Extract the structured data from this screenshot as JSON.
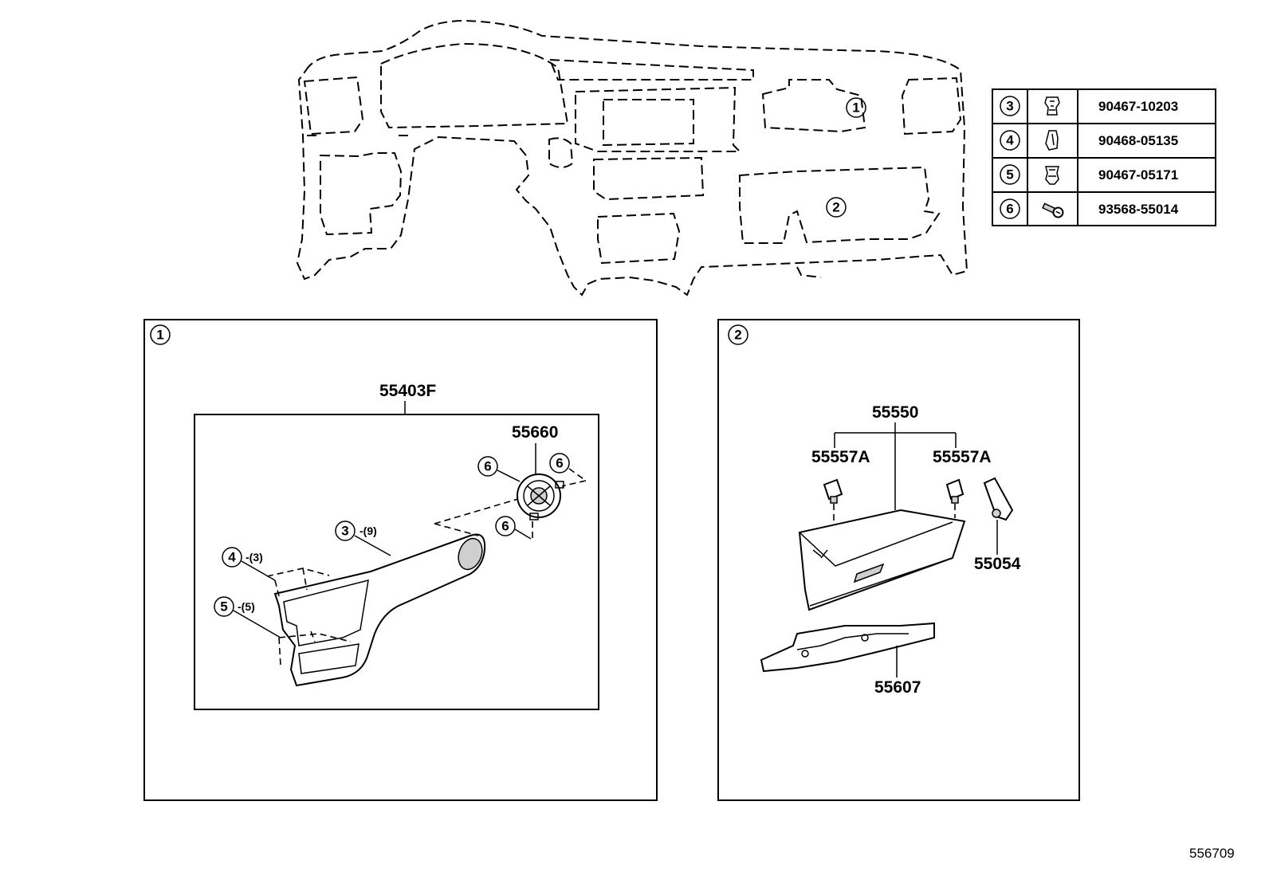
{
  "fastener_table": {
    "rows": [
      {
        "ref": "3",
        "icon": "clip-icon",
        "part_no": "90467-10203"
      },
      {
        "ref": "4",
        "icon": "clip-icon",
        "part_no": "90468-05135"
      },
      {
        "ref": "5",
        "icon": "clip-icon",
        "part_no": "90467-05171"
      },
      {
        "ref": "6",
        "icon": "screw-icon",
        "part_no": "93568-55014"
      }
    ]
  },
  "overview": {
    "callout_1": "1",
    "callout_2": "2"
  },
  "panel_1": {
    "badge": "1",
    "assembly_label": "55403F",
    "vent_label": "55660",
    "ref6_a": "6",
    "ref6_b": "6",
    "ref6_c": "6",
    "ref3": "3",
    "ref3_qty": "-(9)",
    "ref4": "4",
    "ref4_qty": "-(3)",
    "ref5": "5",
    "ref5_qty": "-(5)"
  },
  "panel_2": {
    "badge": "2",
    "glovebox_label": "55550",
    "stopper_left_label": "55557A",
    "stopper_right_label": "55557A",
    "damper_label": "55054",
    "bracket_label": "55607"
  },
  "footer": {
    "figure_number": "556709"
  }
}
